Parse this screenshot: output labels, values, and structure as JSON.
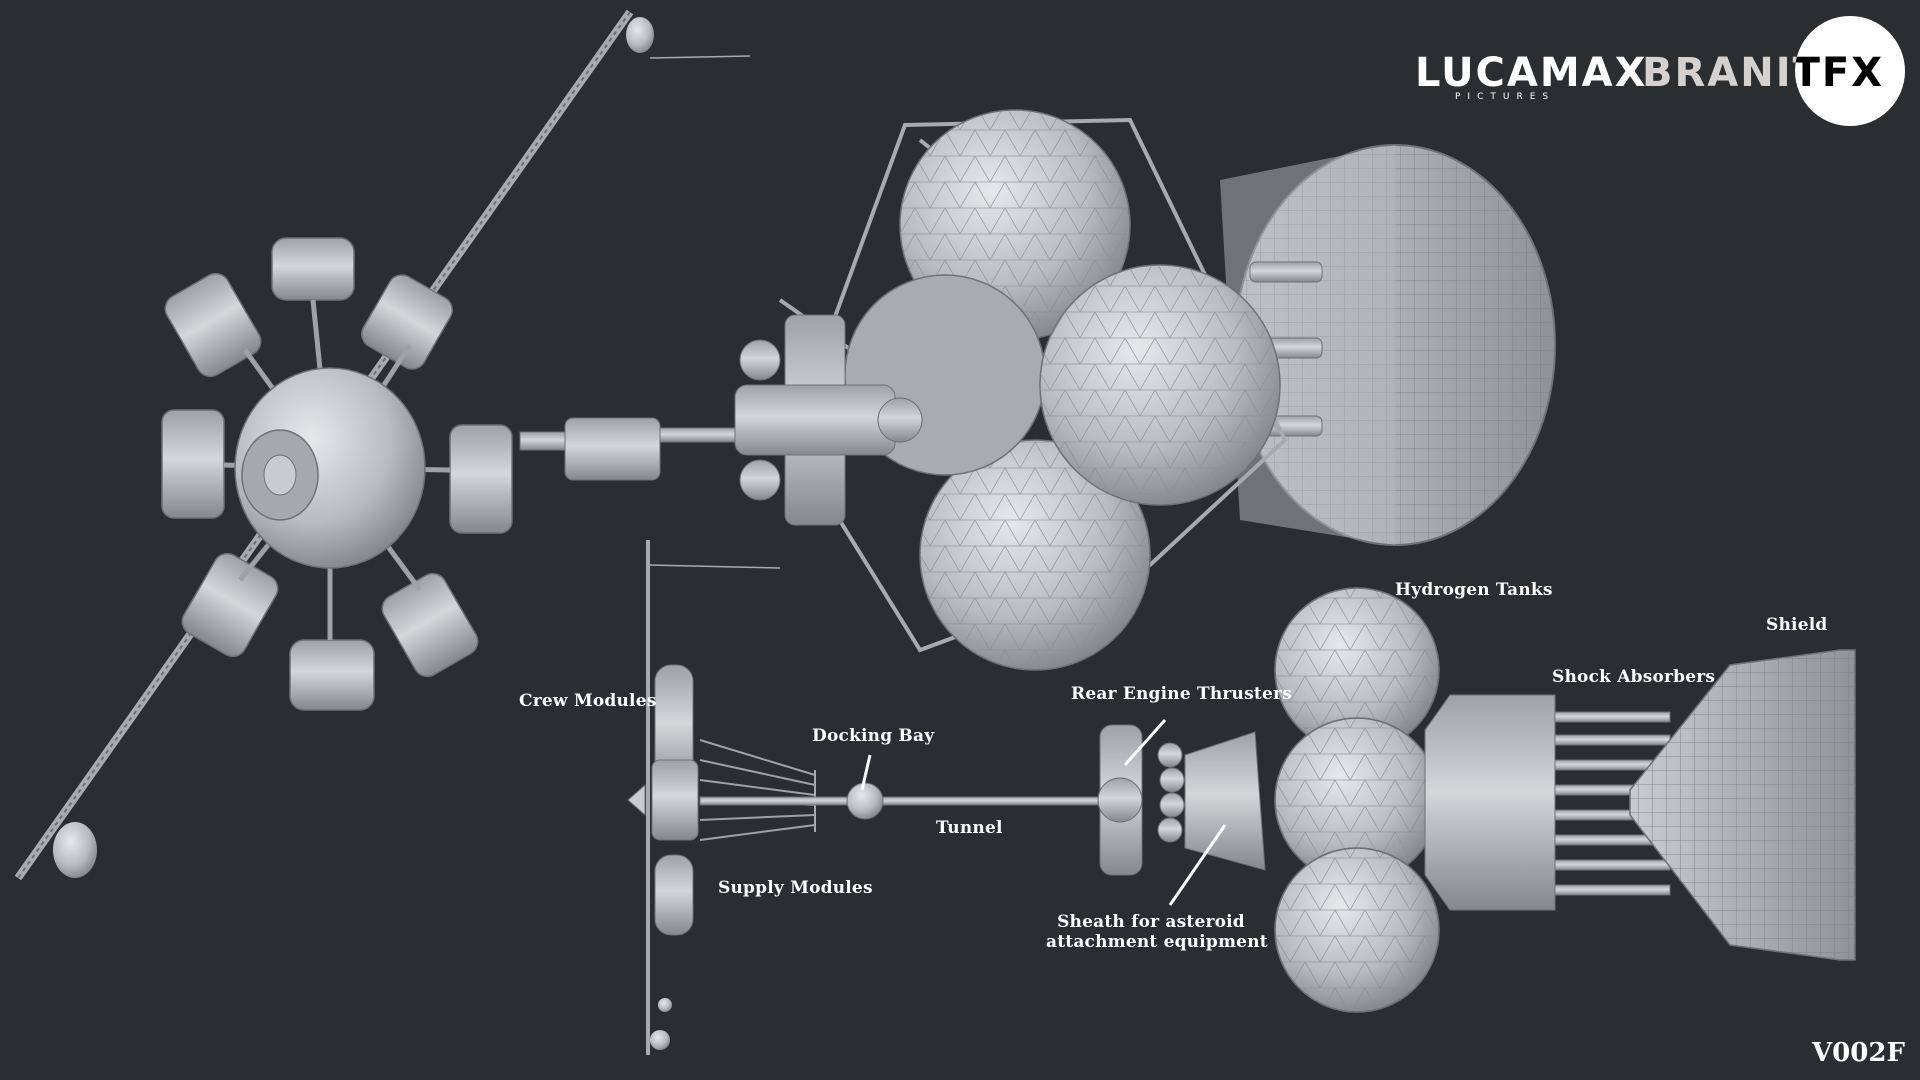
{
  "logos": {
    "left_main": "LUCAMAX",
    "left_sub": "PICTURES",
    "right_main": "BRANITFX"
  },
  "labels": {
    "hydrogen_tanks": "Hydrogen Tanks",
    "shield": "Shield",
    "shock_absorbers": "Shock Absorbers",
    "crew_modules": "Crew Modules",
    "rear_engine_thrusters": "Rear Engine Thrusters",
    "docking_bay": "Docking Bay",
    "tunnel": "Tunnel",
    "supply_modules": "Supply Modules",
    "sheath_line1": "Sheath for asteroid",
    "sheath_line2": "attachment equipment"
  },
  "version": "V002F"
}
